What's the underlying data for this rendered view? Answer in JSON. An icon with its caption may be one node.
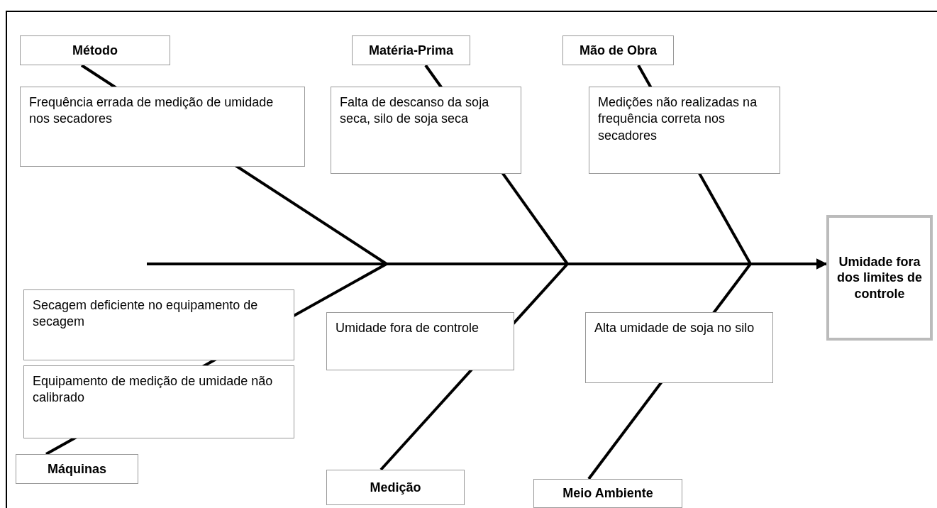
{
  "diagram": {
    "nodes": [
      {
        "text": [
          "Método"
        ]
      },
      {
        "text": [
          "Frequência errada de medição de umidade nos secadores"
        ]
      },
      {
        "text": [
          "Matéria-Prima"
        ]
      },
      {
        "text": [
          "Falta de descanso da soja seca, silo de soja seca"
        ]
      },
      {
        "text": [
          "Mão de Obra"
        ]
      },
      {
        "text": [
          "Medições não realizadas na frequência correta nos secadores"
        ]
      },
      {
        "text": [
          "Umidade fora dos limites de controle"
        ]
      },
      {
        "text": [
          "Secagem deficiente no equipamento de secagem"
        ]
      },
      {
        "text": [
          "Equipamento de medição de umidade não calibrado"
        ]
      },
      {
        "text": [
          "Umidade fora de controle"
        ]
      },
      {
        "text": [
          "Alta umidade de soja no silo"
        ]
      },
      {
        "text": [
          "Máquinas"
        ]
      },
      {
        "text": [
          "Medição"
        ]
      },
      {
        "text": [
          "Meio Ambiente"
        ]
      }
    ],
    "edges": [
      {
        "from": null,
        "to": 6,
        "arrow": "to"
      },
      {
        "from": 0,
        "to": null,
        "arrow": "none"
      },
      {
        "from": 2,
        "to": null,
        "arrow": "none"
      },
      {
        "from": 4,
        "to": null,
        "arrow": "none"
      },
      {
        "from": 11,
        "to": null,
        "arrow": "none"
      },
      {
        "from": 12,
        "to": null,
        "arrow": "none"
      },
      {
        "from": 13,
        "to": null,
        "arrow": "none"
      }
    ]
  }
}
